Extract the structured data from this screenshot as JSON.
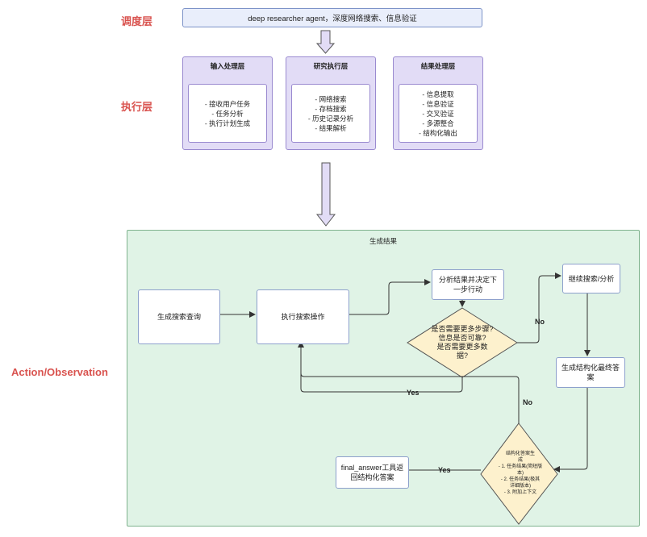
{
  "labels": {
    "dispatch": "调度层",
    "execution": "执行层",
    "action": "Action/Observation"
  },
  "top_bar": "deep researcher agent，深度网络搜索、信息验证",
  "panels": [
    {
      "title": "输入处理层",
      "items": [
        "- 接收用户任务",
        "- 任务分析",
        "- 执行计划生成"
      ]
    },
    {
      "title": "研究执行层",
      "items": [
        "- 网络搜索",
        "- 存档搜索",
        "- 历史记录分析",
        "- 结果解析"
      ]
    },
    {
      "title": "结果处理层",
      "items": [
        "- 信息提取",
        "- 信息验证",
        "- 交叉验证",
        "- 多源整合",
        "- 结构化输出"
      ]
    }
  ],
  "flow": {
    "title": "生成结果",
    "gen_query": "生成搜索查询",
    "exec_search": "执行搜索操作",
    "analyze": "分析结果并决定下一步行动",
    "continue_search": "继续搜索/分析",
    "gen_answer": "生成结构化最终答案",
    "final_answer": "final_answer工具返回结构化答案",
    "decision1": [
      "是否需要更多步骤?",
      "信息是否可靠?",
      "是否需要更多数",
      "据?"
    ],
    "decision2": [
      "结构化答案生",
      "成",
      "- 1. 任务结果(简短版",
      "本)",
      "- 2. 任务结果(极其",
      "详细版本)",
      "- 3. 附加上下文"
    ],
    "yes_label": "Yes",
    "no_label": "No"
  },
  "colors": {
    "side_label": "#d9534f",
    "panel_fill": "#e2dcf6",
    "green_fill": "#e0f3e6",
    "diamond_fill": "#fdf1cd"
  }
}
